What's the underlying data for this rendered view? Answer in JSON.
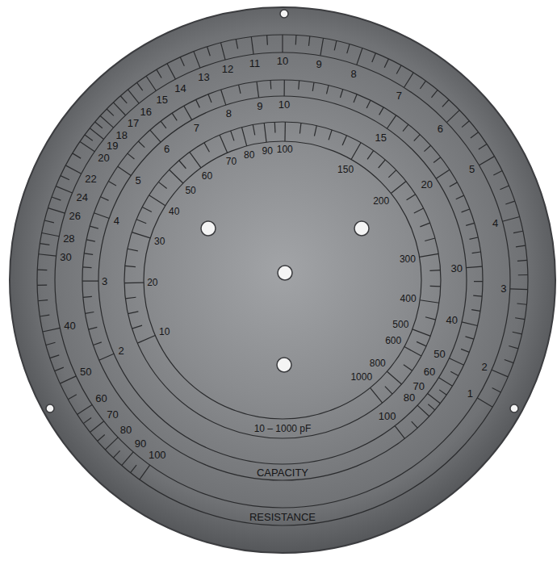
{
  "diagram": {
    "labels": [
      "100",
      "90",
      "80",
      "70",
      "60",
      "50",
      "40",
      "30",
      "28",
      "26",
      "24",
      "22",
      "20",
      "19",
      "18",
      "17",
      "16",
      "15",
      "14",
      "13",
      "12",
      "11",
      "10",
      "9",
      "8",
      "7",
      "6",
      "5",
      "4",
      "3",
      "2",
      "1",
      "2",
      "3",
      "4",
      "5",
      "6",
      "7",
      "8",
      "9",
      "10",
      "15",
      "20",
      "30",
      "40",
      "50",
      "60",
      "70",
      "80",
      "100",
      "10",
      "20",
      "30",
      "40",
      "50",
      "60",
      "70",
      "80",
      "90",
      "100",
      "150",
      "200",
      "300",
      "400",
      "500",
      "600",
      "800",
      "1000",
      "10 – 1000 pF",
      "CAPACITY",
      "RESISTANCE"
    ]
  }
}
